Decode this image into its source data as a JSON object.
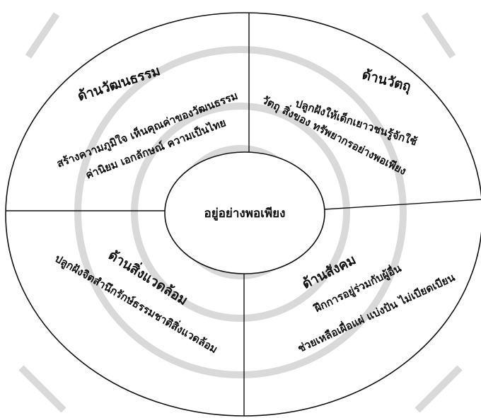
{
  "colors": {
    "ink": "#111111",
    "background": "#ffffff",
    "watermark": "#d9d9d9"
  },
  "center": {
    "label": "อยู่อย่างพอเพียง"
  },
  "quadrants": {
    "top_left": {
      "heading": "ด้านวัฒนธรรม",
      "lines": [
        "สร้างความภูมิใจ เห็นคุณค่าของวัฒนธรรม",
        "ค่านิยม เอกลักษณ์ ความเป็นไทย"
      ]
    },
    "top_right": {
      "heading": "ด้านวัตถุ",
      "lines": [
        "ปลูกฝังให้เด็กเยาวชนรู้จักใช้",
        "วัตถุ สิ่งของ ทรัพยากรอย่างพอเพียง"
      ]
    },
    "bottom_left": {
      "heading": "ด้านสิ่งแวดล้อม",
      "lines": [
        "ปลูกฝังจิตสำนึกรักษ์ธรรมชาติสิ่งแวดล้อม"
      ]
    },
    "bottom_right": {
      "heading": "ด้านสังคม",
      "lines": [
        "ฝึกการอยู่ร่วมกับผู้อื่น",
        "ช่วยเหลือเผื่อแผ่ แบ่งปัน ไม่เบียดเบียน"
      ]
    }
  }
}
